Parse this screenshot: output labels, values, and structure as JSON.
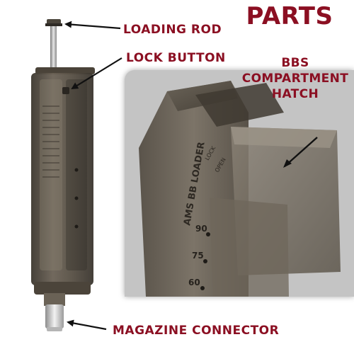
{
  "title": "PARTS",
  "labels": {
    "loading_rod": "LOADING ROD",
    "lock_button": "LOCK BUTTON",
    "bbs_line1": "BBS",
    "bbs_line2": "COMPARTMENT",
    "bbs_line3": "HATCH",
    "magazine_connector": "MAGAZINE CONNECTOR"
  },
  "product_marks": {
    "brand_text": "AMS BB LOADER",
    "lock_text": "LOCK",
    "open_text": "OPEN",
    "scale_90": "90",
    "scale_75": "75",
    "scale_60": "60"
  },
  "colors": {
    "label_red": "#8b0f22",
    "body_dark": "#5e5548",
    "arrow_black": "#111111"
  },
  "icons": [
    "arrow-icon"
  ]
}
